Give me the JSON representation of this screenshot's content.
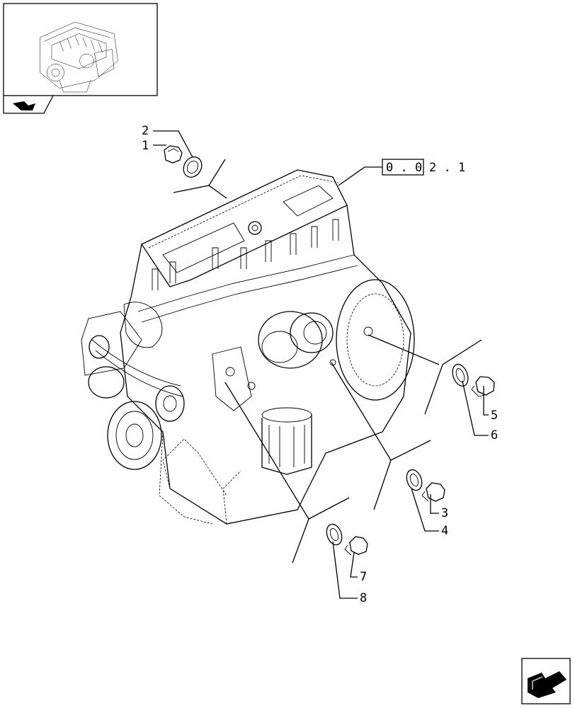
{
  "reference": {
    "boxed_text": "0 . 0",
    "suffix_text": "2 . 1"
  },
  "callouts": [
    {
      "id": "1",
      "label": "1"
    },
    {
      "id": "2",
      "label": "2"
    },
    {
      "id": "3",
      "label": "3"
    },
    {
      "id": "4",
      "label": "4"
    },
    {
      "id": "5",
      "label": "5"
    },
    {
      "id": "6",
      "label": "6"
    },
    {
      "id": "7",
      "label": "7"
    },
    {
      "id": "8",
      "label": "8"
    }
  ],
  "icons": {
    "thumbnail": "engine-thumbnail-icon",
    "folder_arrow": "folder-arrow-icon",
    "next_page": "next-page-arrow-icon"
  }
}
